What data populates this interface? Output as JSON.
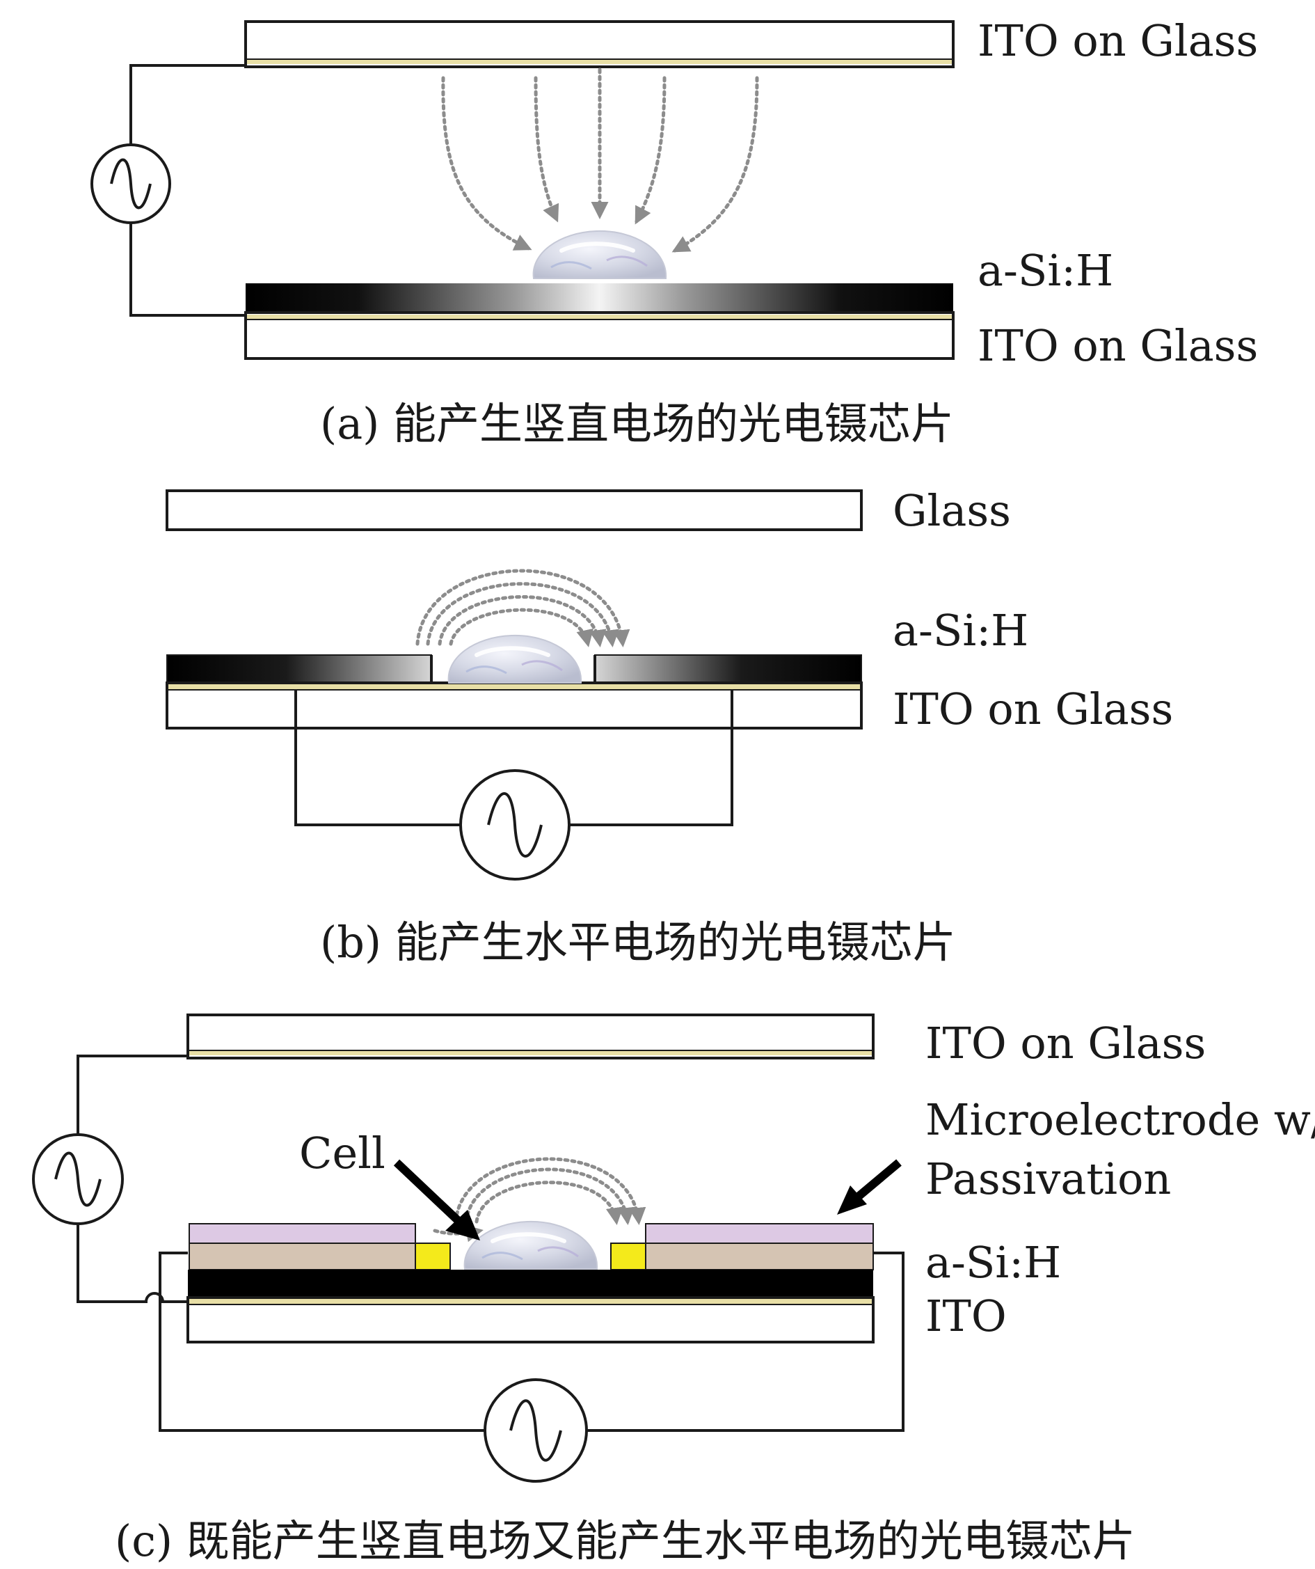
{
  "panel_a": {
    "top_layer": "ITO on Glass",
    "active_layer": "a-Si:H",
    "bottom_layer": "ITO on Glass",
    "caption": "(a) 能产生竖直电场的光电镊芯片"
  },
  "panel_b": {
    "top_layer": "Glass",
    "active_layer": "a-Si:H",
    "bottom_layer": "ITO on Glass",
    "caption": "(b) 能产生水平电场的光电镊芯片"
  },
  "panel_c": {
    "top_layer": "ITO on Glass",
    "microelectrode_line1": "Microelectrode w/",
    "microelectrode_line2": "Passivation",
    "cell_label": "Cell",
    "active_layer": "a-Si:H",
    "bottom_layer": "ITO",
    "caption": "(c) 既能产生竖直电场又能产生水平电场的光电镊芯片"
  },
  "colors": {
    "ito_line": "#e8dfa6",
    "microelectrode": "#ddc9e4",
    "passivation": "#d5c4b3",
    "electrode_pad": "#f4ea1b",
    "field_lines": "#8c8c8c"
  },
  "icons": [
    "ac-source-icon",
    "cell-icon",
    "arrow-icon"
  ]
}
